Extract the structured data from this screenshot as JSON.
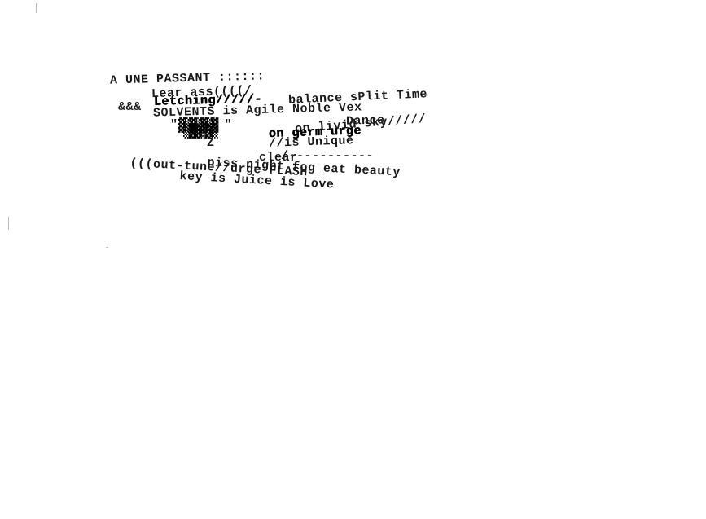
{
  "poem": {
    "title": "A UNE PASSANT ::::::",
    "line_lear": "Lear ass((((/",
    "line_amp": "&&&",
    "line_letching": "Letching/////-",
    "line_balance": "balance sPlit Time",
    "line_solvents": "SOLVENTS is Agile Noble Vex",
    "line_dance": "Dance",
    "line_quotes": "\"      \"",
    "line_on_livid": "on livid sky/////",
    "line_on_germ": "on germ urge",
    "line_z": "Z",
    "line_is_unique": "//is Unique",
    "line_dashes": "/-----------",
    "line_clear": "clear",
    "line_piss": "piss night fog eat beauty",
    "line_out_tune": "(((out-tune//urge FLASH",
    "line_key": "key is Juice is Love"
  }
}
